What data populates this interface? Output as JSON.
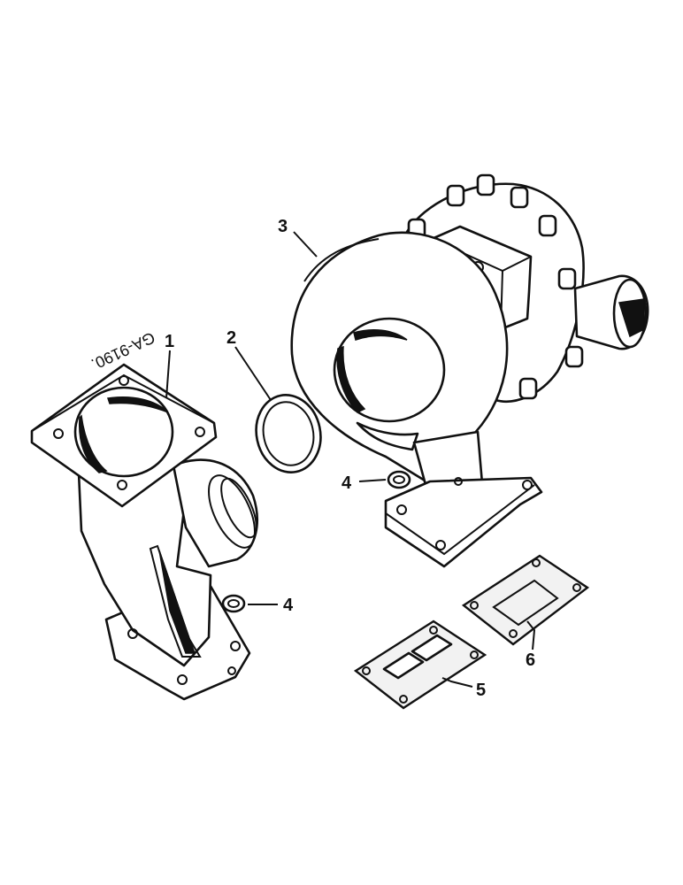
{
  "drawing_ref": "GA-9190.",
  "callouts": {
    "part1": "1",
    "part2": "2",
    "part3": "3",
    "part4_upper": "4",
    "part4_lower": "4",
    "part5": "5",
    "part6": "6"
  }
}
